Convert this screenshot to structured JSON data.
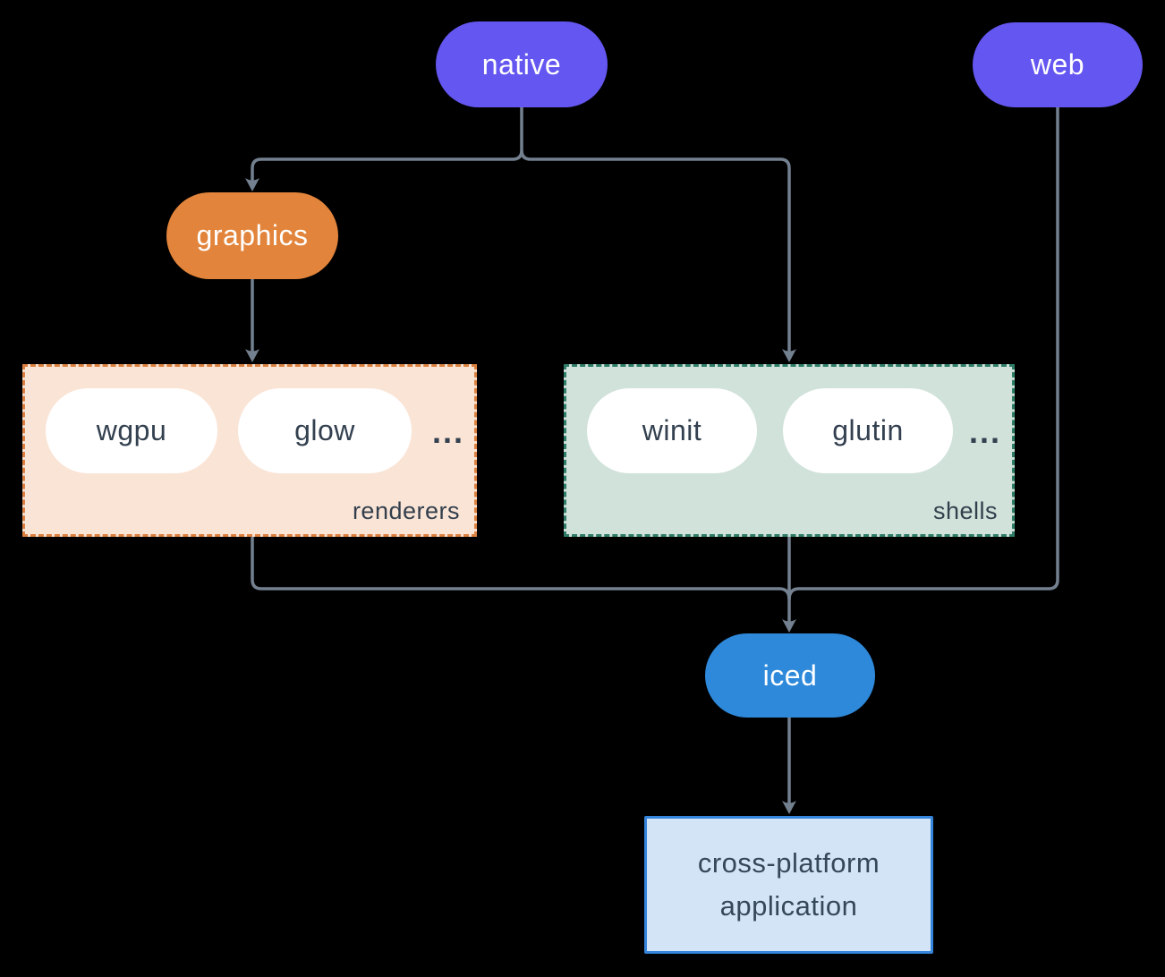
{
  "diagram": {
    "title_context": "iced crate ecosystem diagram",
    "background_color": "#000000",
    "edge_color": "#73808F",
    "nodes": {
      "native": {
        "label": "native",
        "fill": "#6456F0",
        "text_color": "#FFFFFF"
      },
      "web": {
        "label": "web",
        "fill": "#6456F0",
        "text_color": "#FFFFFF"
      },
      "graphics": {
        "label": "graphics",
        "fill": "#E2843B",
        "text_color": "#FFFFFF"
      },
      "iced": {
        "label": "iced",
        "fill": "#2E89DB",
        "text_color": "#FFFFFF"
      },
      "application": {
        "label_line1": "cross-platform",
        "label_line2": "application",
        "fill": "#D2E4F6",
        "border": "#3585DC",
        "text_color": "#35485A"
      }
    },
    "groups": {
      "renderers": {
        "label": "renderers",
        "fill": "#FAE4D6",
        "border": "#DC8040",
        "items": [
          "wgpu",
          "glow"
        ],
        "ellipsis": "...",
        "item_text_color": "#33404F"
      },
      "shells": {
        "label": "shells",
        "fill": "#D0E2DA",
        "border": "#2F7D68",
        "items": [
          "winit",
          "glutin"
        ],
        "ellipsis": "...",
        "item_text_color": "#33404F"
      }
    },
    "edges": [
      "native -> graphics",
      "native -> shells",
      "graphics -> renderers",
      "renderers -> iced",
      "shells -> iced",
      "web -> iced",
      "iced -> cross-platform application"
    ]
  }
}
